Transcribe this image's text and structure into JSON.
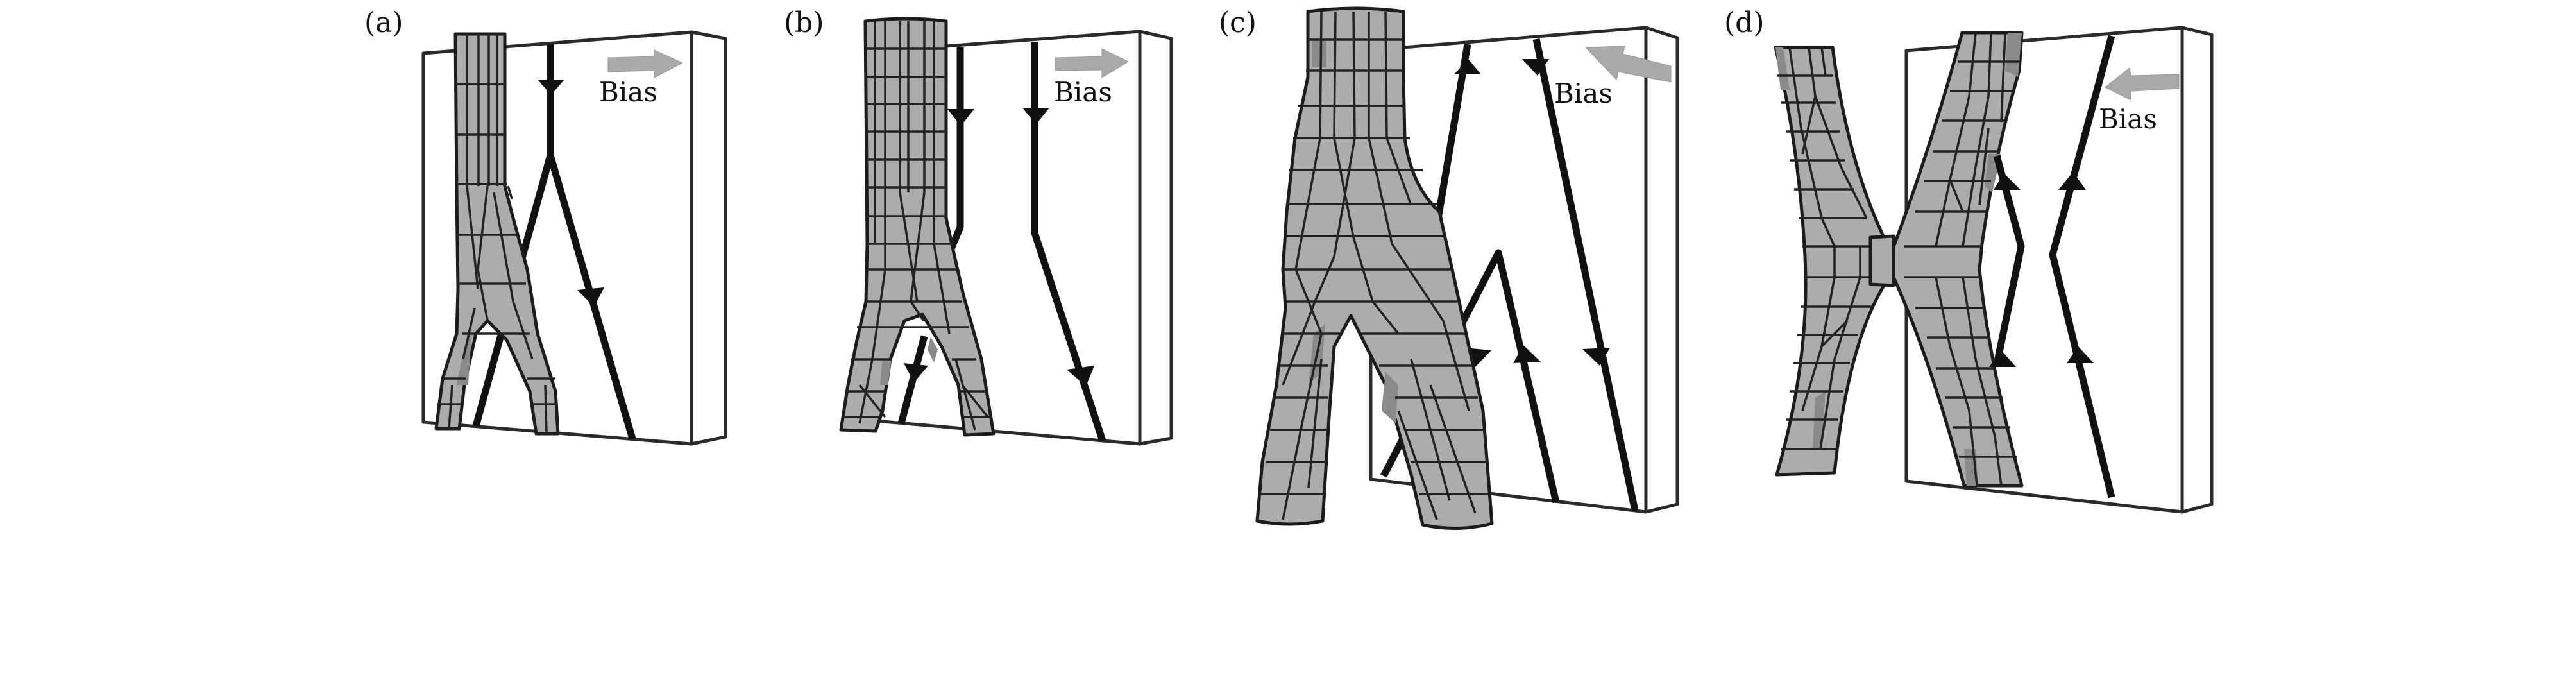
{
  "figure": {
    "description": "Four-panel schematic of skyrmion tubes and vortex lines in a slab under bias",
    "colors": {
      "tube_fill": "#acacac",
      "tube_shade": "#8a8a8a",
      "mesh_line": "#222222",
      "vortex_line": "#111111",
      "bias_arrow": "#a9a9a9",
      "slab_outline": "#2a2a2a",
      "background": "#ffffff"
    },
    "panels": [
      {
        "id": "a",
        "label": "(a)",
        "bias_label": "Bias",
        "bias_direction": "right",
        "tube_shape": "single tube splitting into two legs at bottom",
        "vortex_arrows": [
          "down",
          "down"
        ]
      },
      {
        "id": "b",
        "label": "(b)",
        "bias_label": "Bias",
        "bias_direction": "right",
        "tube_shape": "straight tube splitting into two legs at bottom",
        "vortex_arrows": [
          "down",
          "down",
          "down",
          "down"
        ]
      },
      {
        "id": "c",
        "label": "(c)",
        "bias_label": "Bias",
        "bias_direction": "up-left",
        "tube_shape": "bulging tube splitting into two legs",
        "vortex_arrows": [
          "up",
          "down",
          "down",
          "up",
          "down"
        ]
      },
      {
        "id": "d",
        "label": "(d)",
        "bias_label": "Bias",
        "bias_direction": "left",
        "tube_shape": "two tubes joined by a narrow neck (X shape)",
        "vortex_arrows": [
          "up",
          "up",
          "up",
          "up"
        ]
      }
    ]
  }
}
